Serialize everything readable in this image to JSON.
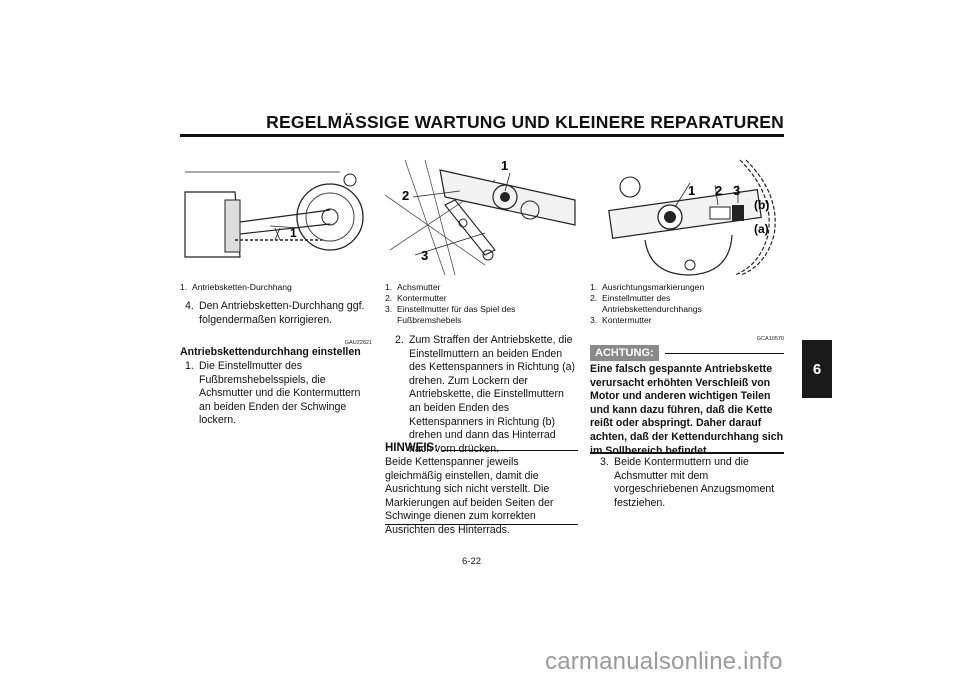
{
  "header": {
    "title": "REGELMÄSSIGE WARTUNG UND KLEINERE REPARATUREN"
  },
  "chapter_tab": "6",
  "col1": {
    "figure_callouts": [
      "1"
    ],
    "captions": [
      {
        "num": "1.",
        "text": "Antriebsketten-Durchhang"
      }
    ],
    "step4": {
      "num": "4.",
      "text": "Den Antriebsketten-Durchhang ggf. folgendermaßen korrigieren."
    },
    "code": "GAU22821",
    "section_title": "Antriebskettendurchhang einstellen",
    "step1": {
      "num": "1.",
      "text": "Die Einstellmutter des Fußbremshebelsspiels, die Achsmutter und die Kontermuttern an beiden Enden der Schwinge lockern."
    }
  },
  "col2": {
    "figure_callouts": [
      "1",
      "2",
      "3"
    ],
    "captions": [
      {
        "num": "1.",
        "text": "Achsmutter"
      },
      {
        "num": "2.",
        "text": "Kontermutter"
      },
      {
        "num": "3.",
        "text": "Einstellmutter für das Spiel des Fußbremshebels"
      }
    ],
    "step2": {
      "num": "2.",
      "text": "Zum Straffen der Antriebskette, die Einstellmuttern an beiden Enden des Kettenspanners in Richtung (a) drehen. Zum Lockern der Antriebskette, die Einstellmuttern an beiden Enden des Kettenspanners in Richtung (b) drehen und dann das Hinterrad nach vorn drücken."
    },
    "hinweis_label": "HINWEIS:",
    "hinweis_text": "Beide Kettenspanner jeweils gleichmäßig einstellen, damit die Ausrichtung sich nicht verstellt. Die Markierungen auf beiden Seiten der Schwinge dienen zum korrekten Ausrichten des Hinterrads."
  },
  "col3": {
    "figure_callouts": [
      "1",
      "2",
      "3",
      "(b)",
      "(a)"
    ],
    "captions": [
      {
        "num": "1.",
        "text": "Ausrichtungsmarkierungen"
      },
      {
        "num": "2.",
        "text": "Einstellmutter des Antriebskettendurchhangs"
      },
      {
        "num": "3.",
        "text": "Kontermutter"
      }
    ],
    "code": "GCA10570",
    "achtung_label": "ACHTUNG:",
    "achtung_text": "Eine falsch gespannte Antriebskette verursacht erhöhten Verschleiß von Motor und anderen wichtigen Teilen und kann dazu führen, daß die Kette reißt oder abspringt. Daher darauf achten, daß der Kettendurchhang sich im Sollbereich befindet.",
    "step3": {
      "num": "3.",
      "text": "Beide Kontermuttern und die Achsmutter mit dem vorgeschriebenen Anzugsmoment festziehen."
    }
  },
  "page_number": "6-22",
  "watermark": "carmanualsonline.info"
}
